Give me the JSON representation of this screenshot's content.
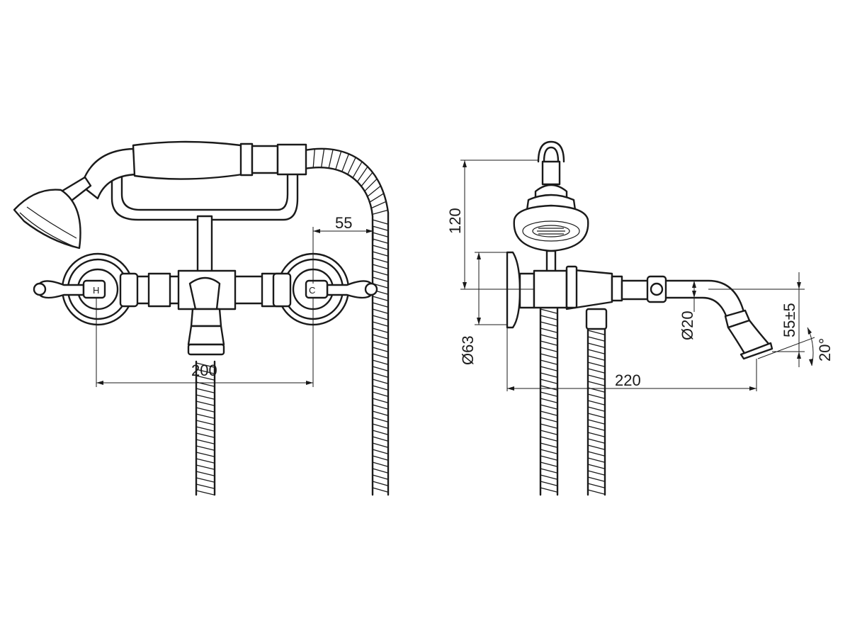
{
  "dimensions": {
    "front_connector_offset": "55",
    "front_centres": "200",
    "side_shower_height": "120",
    "side_flange_diameter": "Ø63",
    "side_spout_diameter": "Ø20",
    "side_spout_drop": "55±5",
    "side_spout_angle": "20°",
    "side_projection": "220"
  },
  "handle_markers": {
    "hot": "H",
    "cold": "C"
  }
}
